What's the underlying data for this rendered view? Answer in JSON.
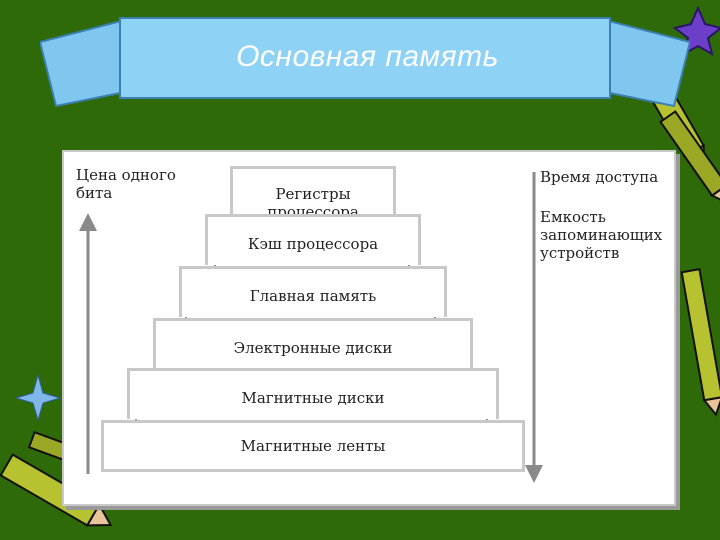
{
  "title": "Основная память",
  "left_axis_label_line1": "Цена одного",
  "left_axis_label_line2": "бита",
  "right_labels": {
    "access_time": "Время доступа",
    "capacity_line1": "Емкость",
    "capacity_line2": "запоминающих",
    "capacity_line3": "устройств"
  },
  "levels": [
    "Регистры процессора",
    "Кэш процессора",
    "Главная память",
    "Электронные диски",
    "Магнитные диски",
    "Магнитные ленты"
  ],
  "colors": {
    "background": "#2f6a08",
    "banner": "#8ed2f5",
    "frame": "#c8c8c8"
  }
}
